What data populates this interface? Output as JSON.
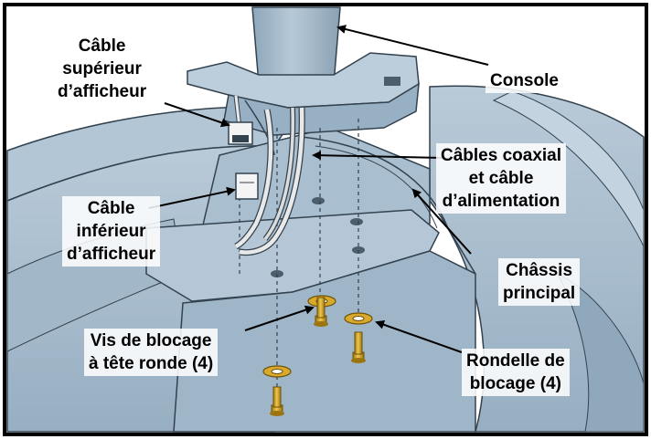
{
  "labels": {
    "upper_cable": [
      "Câble",
      "supérieur",
      "d’afficheur"
    ],
    "lower_cable": [
      "Câble",
      "inférieur",
      "d’afficheur"
    ],
    "console": [
      "Console"
    ],
    "coax_power": [
      "Câbles coaxial",
      "et câble",
      "d’alimentation"
    ],
    "main_frame": [
      "Châssis",
      "principal"
    ],
    "lock_screw": [
      "Vis de blocage",
      "à tête ronde (4)"
    ],
    "lock_washer": [
      "Rondelle de",
      "blocage (4)"
    ]
  },
  "colors": {
    "frame_border": "#000000",
    "body_fill": "#a9bfd0",
    "body_light": "#c3d3df",
    "body_dark": "#7d95a8",
    "outline": "#33424f",
    "cable": "#e9e9e9",
    "connector": "#f4f4f4",
    "screw_gold": "#d8a92b",
    "screw_dark": "#9c7411"
  }
}
